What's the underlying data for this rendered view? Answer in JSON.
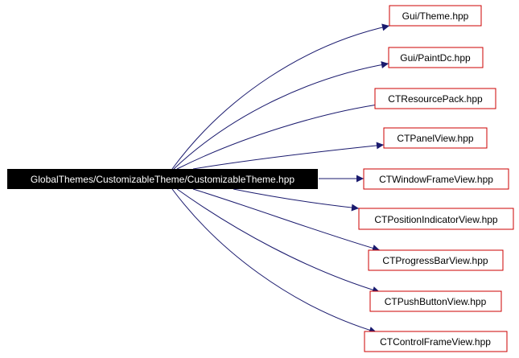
{
  "diagram": {
    "source": {
      "label": "GlobalThemes/CustomizableTheme/CustomizableTheme.hpp",
      "fill": "#000000",
      "text_color": "#ffffff"
    },
    "targets": [
      {
        "label": "Gui/Theme.hpp"
      },
      {
        "label": "Gui/PaintDc.hpp"
      },
      {
        "label": "CTResourcePack.hpp"
      },
      {
        "label": "CTPanelView.hpp"
      },
      {
        "label": "CTWindowFrameView.hpp"
      },
      {
        "label": "CTPositionIndicatorView.hpp"
      },
      {
        "label": "CTProgressBarView.hpp"
      },
      {
        "label": "CTPushButtonView.hpp"
      },
      {
        "label": "CTControlFrameView.hpp"
      }
    ],
    "colors": {
      "target_border": "#cc0000",
      "edge": "#1a1a6e",
      "target_text": "#000000"
    }
  }
}
